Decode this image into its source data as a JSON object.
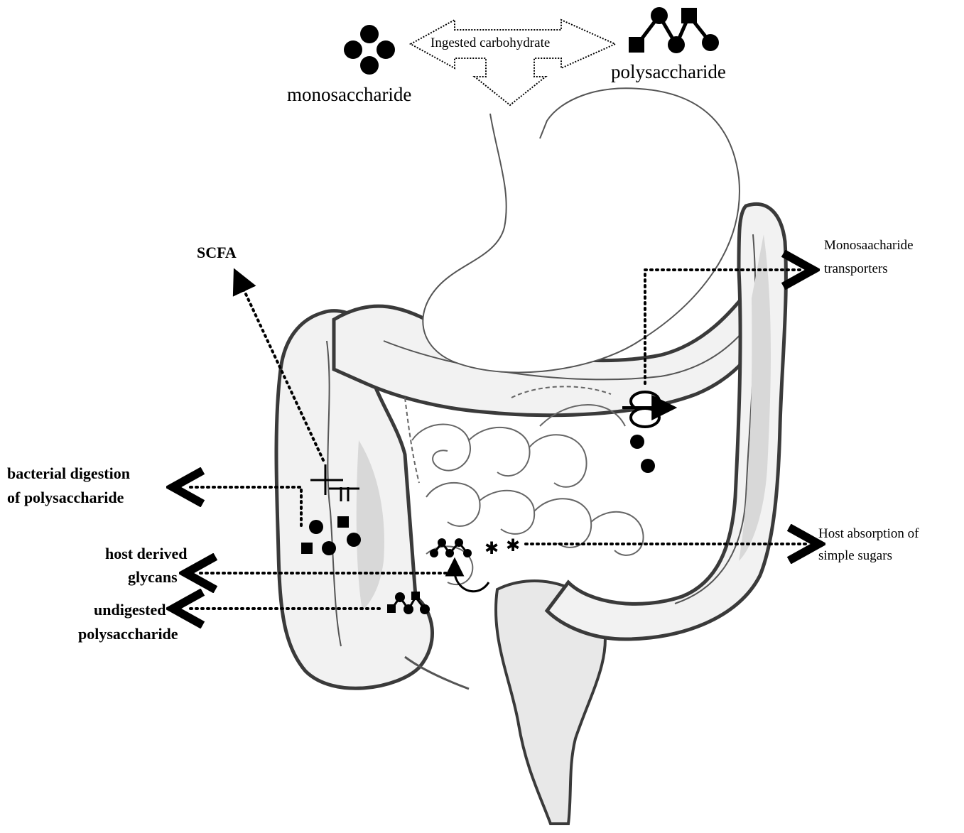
{
  "labels": {
    "ingested": "Ingested carbohydrate",
    "monosaccharide": "monosaccharide",
    "polysaccharide": "polysaccharide",
    "scfa": "SCFA",
    "bacterial_line1": "bacterial digestion",
    "bacterial_line2": "of polysaccharide",
    "host_glycans_line1": "host derived",
    "host_glycans_line2": "glycans",
    "undigested_line1": "undigested",
    "undigested_line2": "polysaccharide",
    "transporters_line1": "Monosaacharide",
    "transporters_line2": "transporters",
    "absorption_line1": "Host absorption of",
    "absorption_line2": "simple sugars"
  },
  "icons": {
    "monosaccharide_glyph": "four-circles-icon",
    "polysaccharide_glyph": "circle-square-chain-icon",
    "transporter_glyph": "membrane-transporter-icon",
    "simple_sugar_glyph": "star-icon"
  },
  "colors": {
    "outline": "#3a3a3a",
    "shade": "#d8d8d8",
    "ink": "#000000"
  }
}
